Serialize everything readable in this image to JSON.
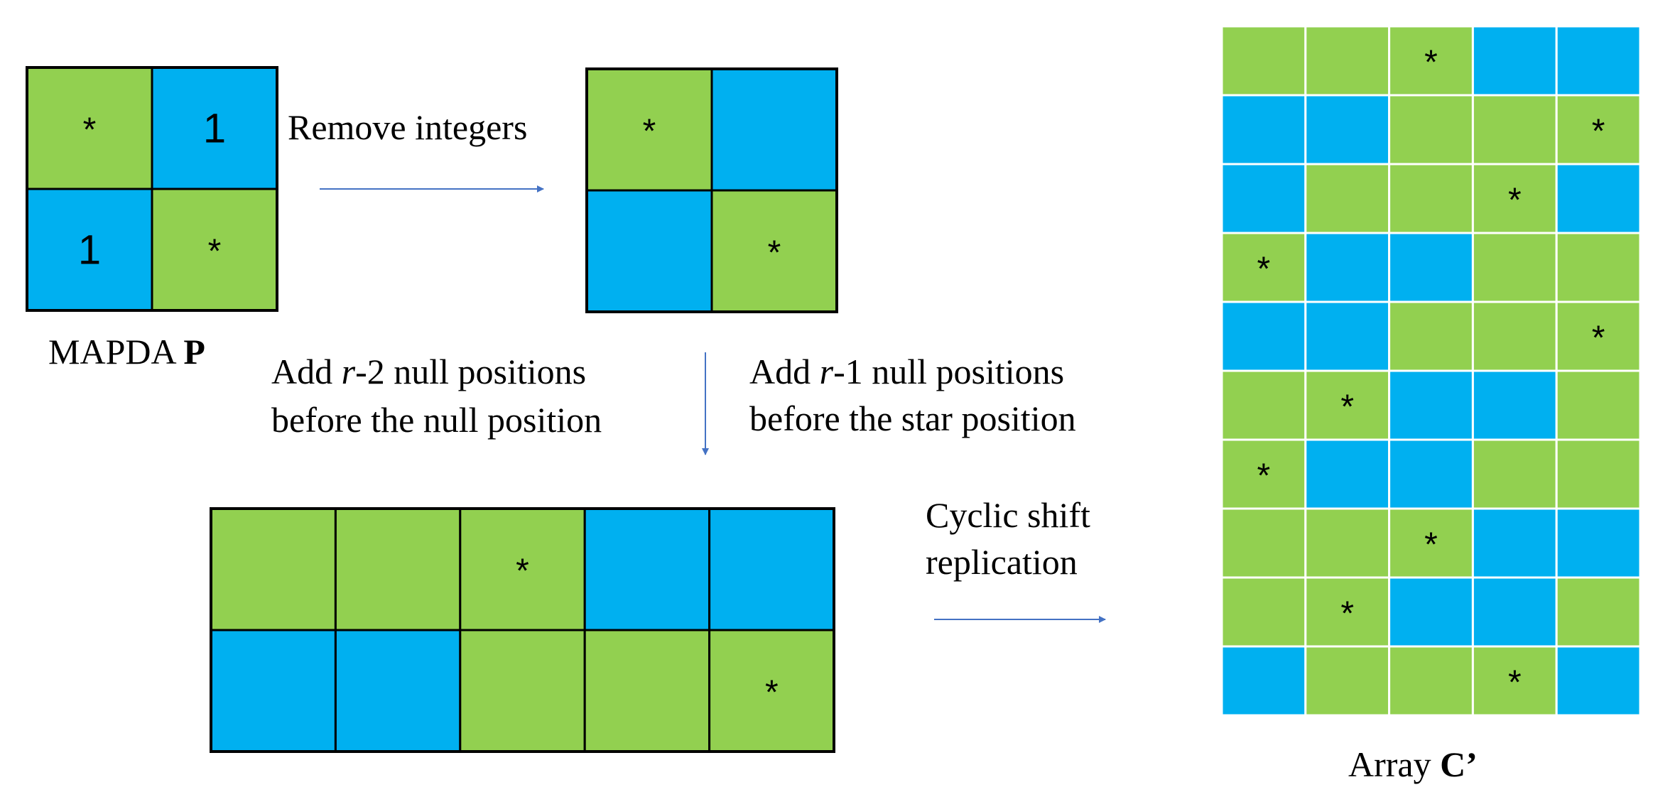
{
  "colors": {
    "star_cell": "#92d050",
    "null_cell": "#00b0f0",
    "integer_cell": "#00b0f0",
    "arrow": "#4472c4",
    "border_dark": "#000000",
    "border_light": "#ffffff"
  },
  "labels": {
    "mapda_prefix": "MAPDA ",
    "mapda_bold": "P",
    "remove_integers": "Remove integers",
    "add_r2_line1_pre": "Add ",
    "add_r2_line1_italic": "r",
    "add_r2_line1_post": "-2 null positions",
    "add_r2_line2": "before the null position",
    "add_r1_line1_pre": "Add ",
    "add_r1_line1_italic": "r",
    "add_r1_line1_post": "-1 null positions",
    "add_r1_line2": "before the star position",
    "cyclic_line1": "Cyclic shift",
    "cyclic_line2": "replication",
    "array_prefix": "Array ",
    "array_bold": "C’"
  },
  "matrices": {
    "mapda_p": [
      [
        "*",
        "1"
      ],
      [
        "1",
        "*"
      ]
    ],
    "removed": [
      [
        "*",
        ""
      ],
      [
        "",
        "*"
      ]
    ],
    "expanded": [
      [
        "",
        "",
        "*",
        "",
        ""
      ],
      [
        "",
        "",
        "",
        "",
        "*"
      ]
    ],
    "expanded_colors": [
      [
        "g",
        "g",
        "g",
        "b",
        "b"
      ],
      [
        "b",
        "b",
        "g",
        "g",
        "g"
      ]
    ],
    "array_c": [
      [
        "",
        "",
        "*",
        "",
        ""
      ],
      [
        "",
        "",
        "",
        "",
        "*"
      ],
      [
        "",
        "",
        "",
        "*",
        ""
      ],
      [
        "*",
        "",
        "",
        "",
        ""
      ],
      [
        "",
        "",
        "",
        "",
        "*"
      ],
      [
        "",
        "*",
        "",
        "",
        ""
      ],
      [
        "*",
        "",
        "",
        "",
        ""
      ],
      [
        "",
        "",
        "*",
        "",
        ""
      ],
      [
        "",
        "*",
        "",
        "",
        ""
      ],
      [
        "",
        "",
        "",
        "*",
        ""
      ]
    ],
    "array_c_colors": [
      [
        "g",
        "g",
        "g",
        "b",
        "b"
      ],
      [
        "b",
        "b",
        "g",
        "g",
        "g"
      ],
      [
        "b",
        "g",
        "g",
        "g",
        "b"
      ],
      [
        "g",
        "b",
        "b",
        "g",
        "g"
      ],
      [
        "b",
        "b",
        "g",
        "g",
        "g"
      ],
      [
        "g",
        "g",
        "b",
        "b",
        "g"
      ],
      [
        "g",
        "b",
        "b",
        "g",
        "g"
      ],
      [
        "g",
        "g",
        "g",
        "b",
        "b"
      ],
      [
        "g",
        "g",
        "b",
        "b",
        "g"
      ],
      [
        "b",
        "g",
        "g",
        "g",
        "b"
      ]
    ]
  }
}
